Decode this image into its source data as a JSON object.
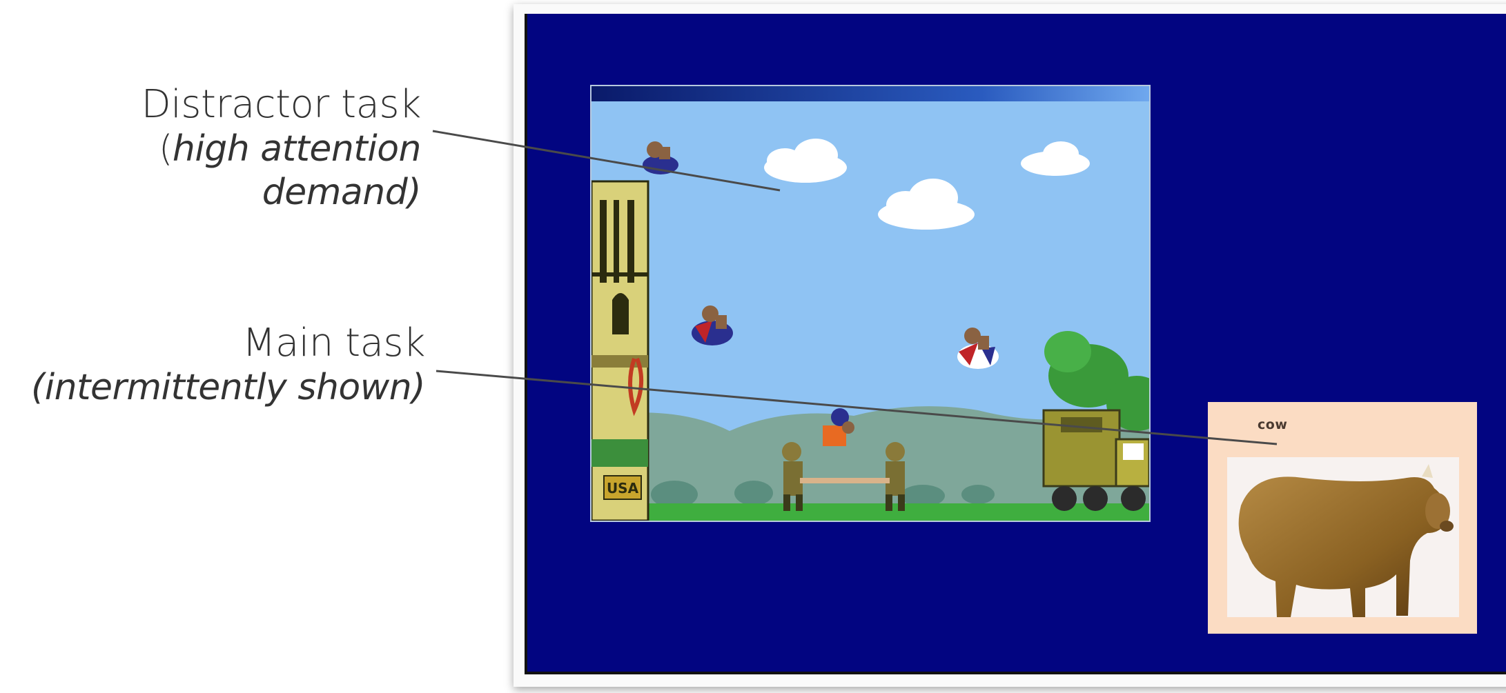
{
  "annotations": {
    "distractor": {
      "title": "Distractor task",
      "subtitle_open": "(",
      "subtitle_italic": "high attention demand)"
    },
    "main": {
      "title": "Main task",
      "subtitle_italic": "(intermittently shown)"
    }
  },
  "game": {
    "tower_sign": "USA",
    "truck_sign": "",
    "colors": {
      "sky": "#8fc3f3",
      "hills": "#7fa79a",
      "ground": "#3fae3f",
      "screen_background": "#020581"
    }
  },
  "main_task": {
    "cue_word": "cow",
    "cue_background": "#fbdcc3"
  }
}
